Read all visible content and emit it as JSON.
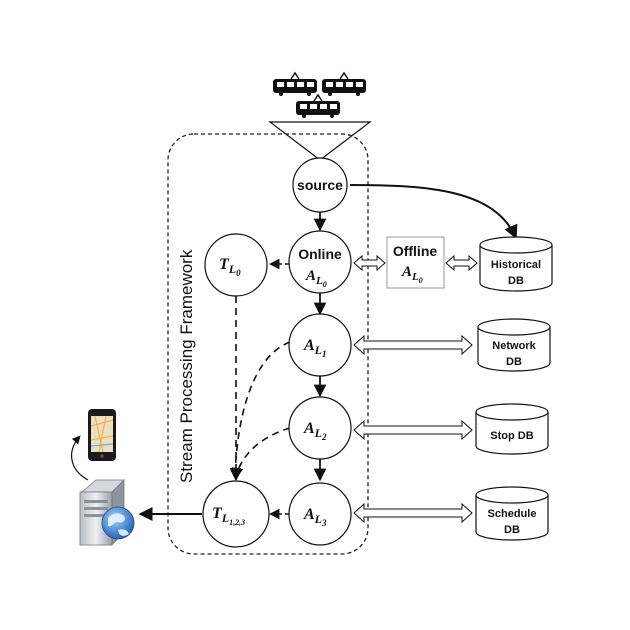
{
  "framework": {
    "label": "Stream Processing Framework"
  },
  "nodes": {
    "source": {
      "label": "source"
    },
    "online": {
      "label": "Online",
      "var": "A",
      "sub": "L",
      "subsub": "0"
    },
    "t_l0": {
      "var": "T",
      "sub": "L",
      "subsub": "0"
    },
    "a_l1": {
      "var": "A",
      "sub": "L",
      "subsub": "1"
    },
    "a_l2": {
      "var": "A",
      "sub": "L",
      "subsub": "2"
    },
    "a_l3": {
      "var": "A",
      "sub": "L",
      "subsub": "3"
    },
    "t_l123": {
      "var": "T",
      "sub": "L",
      "subsub": "1,2,3"
    },
    "offline": {
      "label": "Offline",
      "var": "A",
      "sub": "L",
      "subsub": "0"
    }
  },
  "databases": {
    "historical": {
      "line1": "Historical",
      "line2": "DB"
    },
    "network": {
      "line1": "Network",
      "line2": "DB"
    },
    "stop": {
      "line1": "Stop DB",
      "line2": ""
    },
    "schedule": {
      "line1": "Schedule",
      "line2": "DB"
    }
  },
  "icons": {
    "trams": "tram-icon",
    "phone": "smartphone-map-icon",
    "server": "web-server-icon"
  }
}
